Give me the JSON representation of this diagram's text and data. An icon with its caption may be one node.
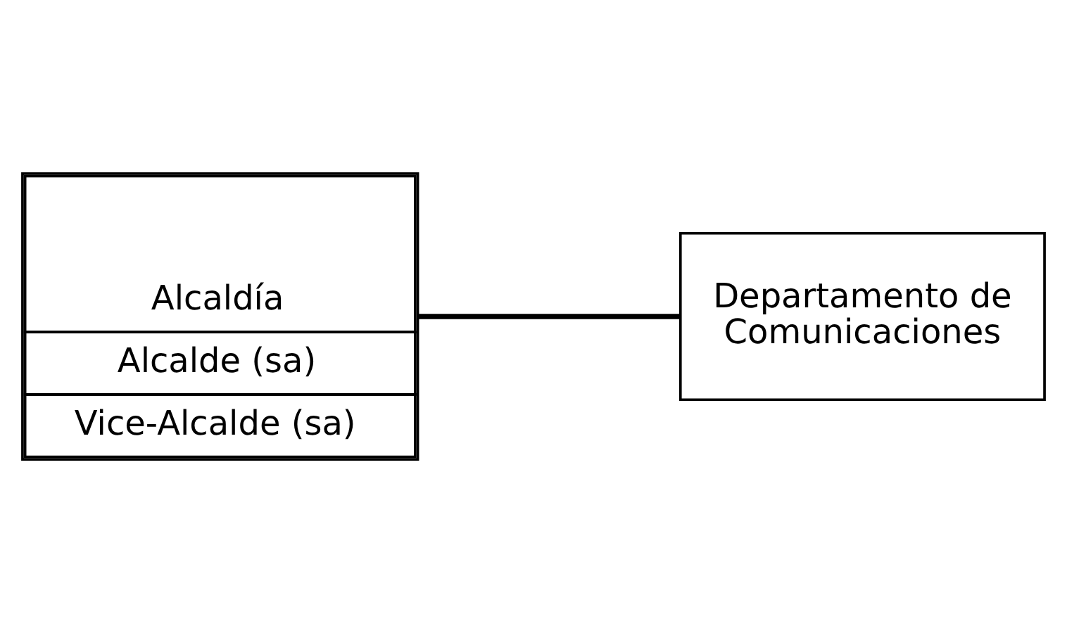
{
  "diagram": {
    "nodes": [
      {
        "text": [
          "Alcaldía",
          "Alcalde (sa)",
          "Vice-Alcalde (sa)"
        ]
      },
      {
        "text": [
          "Departamento de Comunicaciones"
        ]
      }
    ],
    "edges": [
      {
        "from": 0,
        "to": 1,
        "arrow": "none"
      }
    ]
  }
}
